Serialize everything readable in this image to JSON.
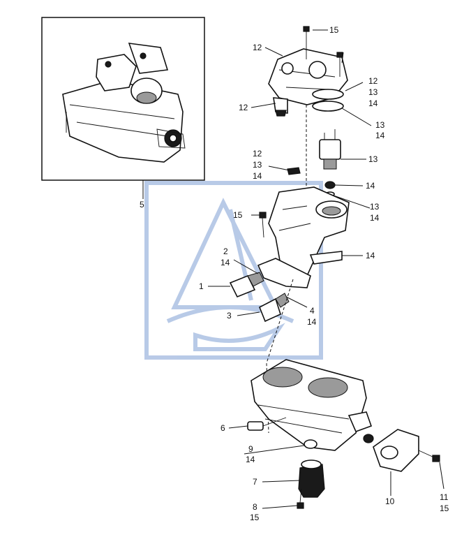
{
  "colors": {
    "ink": "#111111",
    "watermark": "#7f9fd4",
    "paper": "#ffffff"
  },
  "callouts": {
    "c1": "1",
    "c2a": "2",
    "c2b": "14",
    "c3": "3",
    "c4a": "4",
    "c4b": "14",
    "c5": "5",
    "c6": "6",
    "c7": "7",
    "c8a": "8",
    "c8b": "15",
    "c9a": "9",
    "c9b": "14",
    "c10": "10",
    "c11a": "11",
    "c11b": "15",
    "c12_top": "12",
    "c12_left": "12",
    "c12_r1": "12",
    "c12_r2": "13",
    "c12_r3": "14",
    "c13_r1": "13",
    "c13_r2": "14",
    "c13_inj": "13",
    "c12_m1": "12",
    "c12_m2": "13",
    "c12_m3": "14",
    "c14_a": "14",
    "c13_m1": "13",
    "c13_m2": "14",
    "c15_top": "15",
    "c15_mid": "15",
    "c14_b": "14"
  }
}
